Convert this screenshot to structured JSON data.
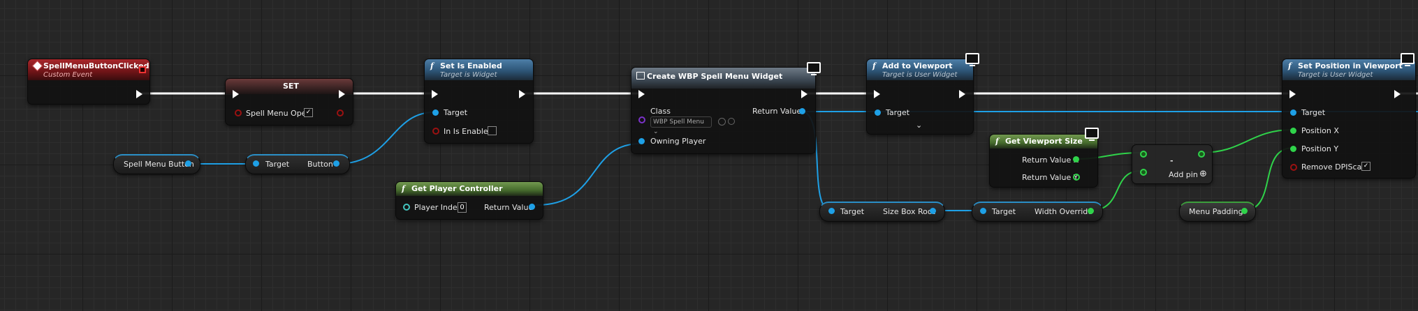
{
  "nodes": {
    "event": {
      "title": "SpellMenuButtonClicked",
      "subtitle": "Custom Event"
    },
    "set": {
      "title": "SET",
      "pin": "Spell Menu Open",
      "checked": "✓"
    },
    "set_enabled": {
      "title": "Set Is Enabled",
      "subtitle": "Target is Widget",
      "pin_target": "Target",
      "pin_enabled": "In Is Enabled"
    },
    "spell_menu_button": {
      "label": "Spell Menu Button"
    },
    "button_get": {
      "pin_target": "Target",
      "pin_out": "Button"
    },
    "create_widget": {
      "title": "Create WBP Spell Menu Widget",
      "pin_class": "Class",
      "class_value": "WBP Spell Menu",
      "pin_return": "Return Value",
      "pin_owner": "Owning Player"
    },
    "get_player_controller": {
      "title": "Get Player Controller",
      "pin_index": "Player Index",
      "index_value": "0",
      "pin_return": "Return Value"
    },
    "add_to_viewport": {
      "title": "Add to Viewport",
      "subtitle": "Target is User Widget",
      "pin_target": "Target",
      "expand": "⌄"
    },
    "get_viewport_size": {
      "title": "Get Viewport Size",
      "pin_x": "Return Value X",
      "pin_y": "Return Value Y"
    },
    "subtract": {
      "symbol": "-",
      "add_pin": "Add pin",
      "add_icon": "⊕"
    },
    "size_box_root": {
      "pin_target": "Target",
      "pin_out": "Size Box Root"
    },
    "width_override": {
      "pin_target": "Target",
      "pin_out": "Width Override"
    },
    "menu_padding": {
      "label": "Menu Padding"
    },
    "set_position": {
      "title": "Set Position in Viewport",
      "subtitle": "Target is User Widget",
      "pin_target": "Target",
      "pin_x": "Position X",
      "pin_y": "Position Y",
      "pin_dpi": "Remove DPIScale",
      "checked": "✓"
    }
  },
  "colors": {
    "exec": "#ffffff",
    "object": "#1ea0e6",
    "float": "#2fd34a",
    "bool": "#9b1111",
    "class": "#7b32c9"
  }
}
